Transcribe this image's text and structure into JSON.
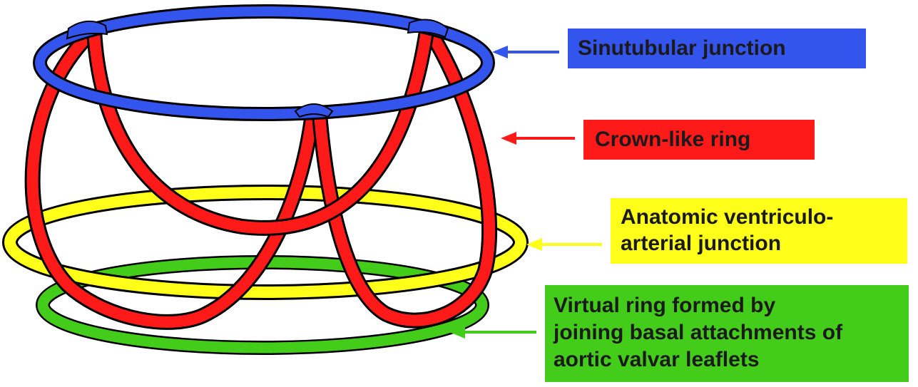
{
  "colors": {
    "sinutubular": "#3355ee",
    "crown": "#ff1a1a",
    "ventriculo_arterial": "#ffff1a",
    "virtual_ring": "#44cc1a",
    "outline": "#000000"
  },
  "labels": {
    "sinutubular": {
      "lines": [
        "Sinutubular junction"
      ]
    },
    "crown": {
      "lines": [
        "Crown-like ring"
      ]
    },
    "ventriculo_arterial": {
      "lines": [
        "Anatomic ventriculo-",
        "arterial junction"
      ]
    },
    "virtual_ring": {
      "lines": [
        "Virtual ring formed by",
        "joining basal attachments of",
        "aortic valvar leaflets"
      ]
    }
  }
}
